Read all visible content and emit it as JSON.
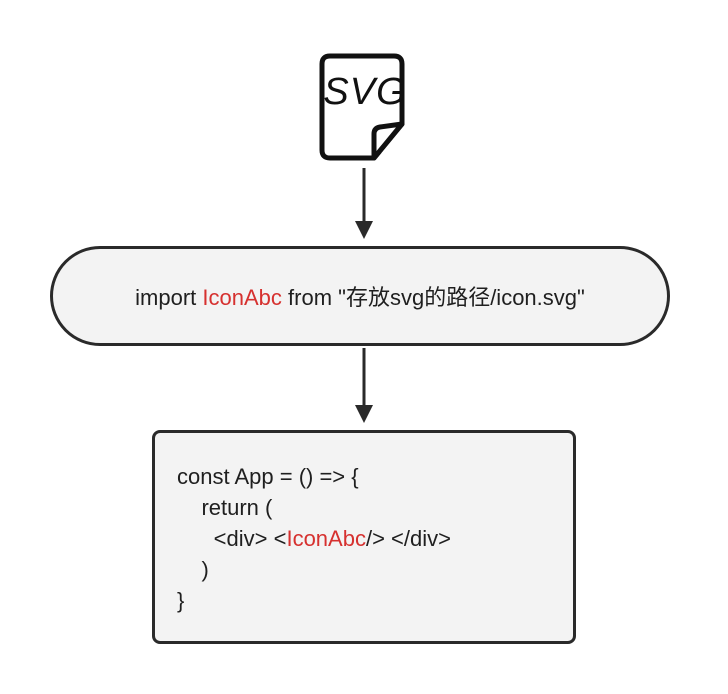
{
  "icon": {
    "name": "svg-file-icon",
    "label": "SVG"
  },
  "import_node": {
    "prefix": "import ",
    "component": "IconAbc",
    "suffix": " from \"存放svg的路径/icon.svg\""
  },
  "code_node": {
    "line1": "const App = () => {",
    "line2": "    return (",
    "line3_prefix": "      <div> <",
    "line3_component": "IconAbc",
    "line3_suffix": "/> </div>",
    "line4": "    )",
    "line5": "}"
  },
  "colors": {
    "highlight": "#d6312f",
    "box_fill": "#f3f3f3",
    "stroke": "#2a2a2a"
  }
}
